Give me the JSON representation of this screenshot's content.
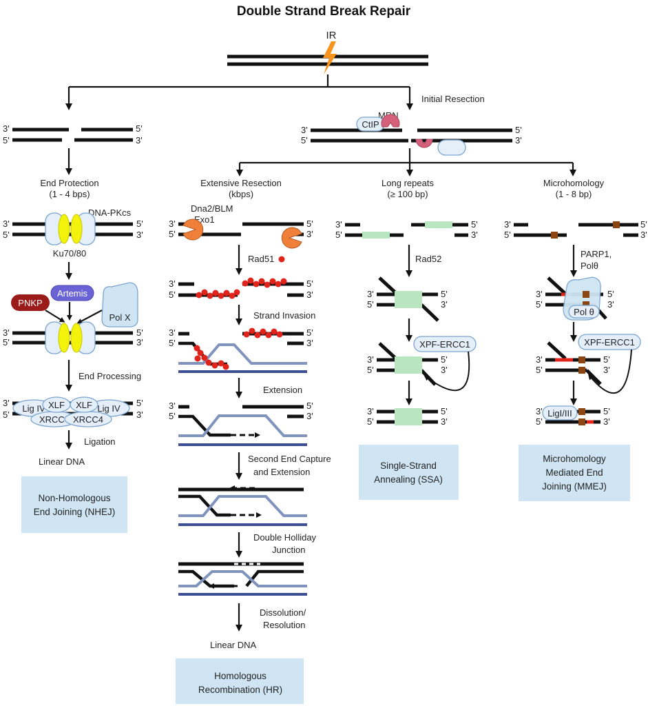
{
  "title": "Double Strand Break Repair",
  "ir_label": "IR",
  "ends": {
    "three": "3'",
    "five": "5'"
  },
  "initial_resection": {
    "step": "Initial Resection",
    "mrn": "MRN",
    "ctip": "CtIP"
  },
  "nhej": {
    "step1": "End Protection",
    "step1_sub": "(1 - 4 bps)",
    "dnapkcs": "DNA-PKcs",
    "ku": "Ku70/80",
    "pnkp": "PNKP",
    "artemis": "Artemis",
    "polx": "Pol X",
    "step2": "End Processing",
    "ligiv": "Lig IV",
    "xlf": "XLF",
    "xrcc4": "XRCC4",
    "step3": "Ligation",
    "result": "Linear DNA",
    "box_line1": "Non-Homologous",
    "box_line2": "End Joining (NHEJ)"
  },
  "hr": {
    "step1": "Extensive Resection",
    "step1_sub": "(kbps)",
    "dna2": "Dna2/BLM",
    "exo1": "Exo1",
    "rad51": "Rad51",
    "invasion": "Strand Invasion",
    "extension": "Extension",
    "second_capture_1": "Second End Capture",
    "second_capture_2": "and Extension",
    "dhj_1": "Double Holliday",
    "dhj_2": "Junction",
    "dissolution_1": "Dissolution/",
    "dissolution_2": "Resolution",
    "result": "Linear DNA",
    "box_line1": "Homologous",
    "box_line2": "Recombination (HR)"
  },
  "ssa": {
    "step1": "Long repeats",
    "step1_sub": "(≥ 100 bp)",
    "rad52": "Rad52",
    "xpf": "XPF-ERCC1",
    "box_line1": "Single-Strand",
    "box_line2": "Annealing (SSA)"
  },
  "mmej": {
    "step1": "Microhomology",
    "step1_sub": "(1 - 8 bp)",
    "parp1": "PARP1,",
    "poltheta_label": "Polθ",
    "poltheta_pill": "Pol θ",
    "xpf": "XPF-ERCC1",
    "lig": "LigI/III",
    "box_line1": "Microhomology",
    "box_line2": "Mediated End",
    "box_line3": "Joining (MMEJ)"
  },
  "colors": {
    "dna": "#111111",
    "lightning": "#f7941d",
    "homolog_light": "#7f93bd",
    "homolog_dark": "#3d4f94",
    "ku": "#f2f20a",
    "repeat": "#b9e5c0",
    "microhomology": "#8b4513",
    "rad51": "#e0241b",
    "nuclease": "#f07f3a",
    "mrn": "#d4607a",
    "pnkp": "#9b1b1b",
    "artemis": "#6a63d6",
    "box": "#cfe5f3"
  }
}
